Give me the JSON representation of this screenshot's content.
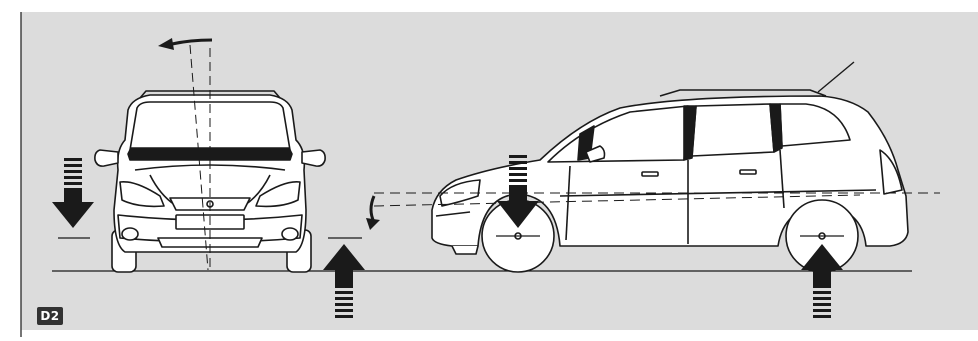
{
  "figure": {
    "tag": "D2",
    "colors": {
      "background": "#ffffff",
      "panel": "#dcdcdc",
      "ink": "#1a1a1a",
      "car_body": "#ffffff",
      "tag_bg": "#333333"
    },
    "icons": {
      "front_view": "car-front-view",
      "side_view": "car-side-view",
      "down_arrow": "arrow-down-icon",
      "up_arrow": "arrow-up-icon",
      "rotation_arrow": "rotation-arrow-icon"
    }
  }
}
